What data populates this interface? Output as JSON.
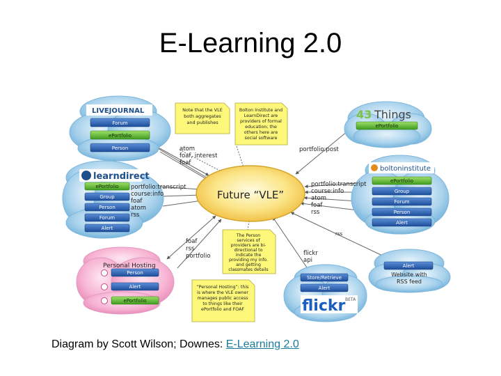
{
  "title": "E-Learning 2.0",
  "caption": {
    "prefix": "Diagram by Scott Wilson; Downes: ",
    "link": "E-Learning 2.0"
  },
  "center": {
    "label": "Future “VLE”"
  },
  "clouds": {
    "livejournal": {
      "logo": "LIVEJOURNAL",
      "items": [
        "Forum",
        "ePortfolio",
        "Person"
      ]
    },
    "things43": {
      "logo_num": "43",
      "logo_word": "Things",
      "items": [
        "ePortfolio"
      ]
    },
    "learndirect": {
      "logo": "learndirect",
      "items": [
        "ePortfolio",
        "Group",
        "Person",
        "Forum",
        "Alert"
      ]
    },
    "bolton": {
      "logo": "boltoninstitute",
      "items": [
        "ePortfolio",
        "Group",
        "Forum",
        "Person",
        "Alert"
      ]
    },
    "hosting": {
      "heading": "Personal Hosting",
      "items": [
        "Person",
        "Alert",
        "ePortfolio"
      ]
    },
    "flickr": {
      "items": [
        "Store/Retrieve",
        "Alert"
      ],
      "logo": "flickr",
      "beta": "BETA"
    },
    "website": {
      "items": [
        "Alert"
      ],
      "caption": [
        "Website with",
        "RSS feed"
      ]
    }
  },
  "notes": {
    "note1": [
      "Note that the VLE",
      "both aggregates",
      "and publishes"
    ],
    "note2": [
      "Bolton Institute and",
      "LearnDirect are",
      "providers of formal",
      "education; the",
      "others here are",
      "social software"
    ],
    "note3": [
      "The Person",
      "services of",
      "providers are bi-",
      "directional to",
      "indicate the",
      "providing my info.",
      "and getting",
      "classmates details"
    ],
    "note4": [
      "“Personal Hosting”: this",
      "is where the VLE owner",
      "manages public access",
      "to things like their",
      "ePortfolio and FOAF"
    ]
  },
  "labels": {
    "lj": [
      "atom",
      "foaf, interest",
      "foaf"
    ],
    "things": [
      "portfolio:post"
    ],
    "ld": [
      "portfolio:transcript",
      "course:info",
      "foaf",
      "atom",
      "rss"
    ],
    "bolton": [
      "portfolio:transcript",
      "course:info",
      "atom",
      "foaf",
      "rss"
    ],
    "hosting": [
      "foaf",
      "rss",
      "portfolio"
    ],
    "flickr": [
      "flickr",
      "api"
    ],
    "website": [
      "rss"
    ]
  }
}
